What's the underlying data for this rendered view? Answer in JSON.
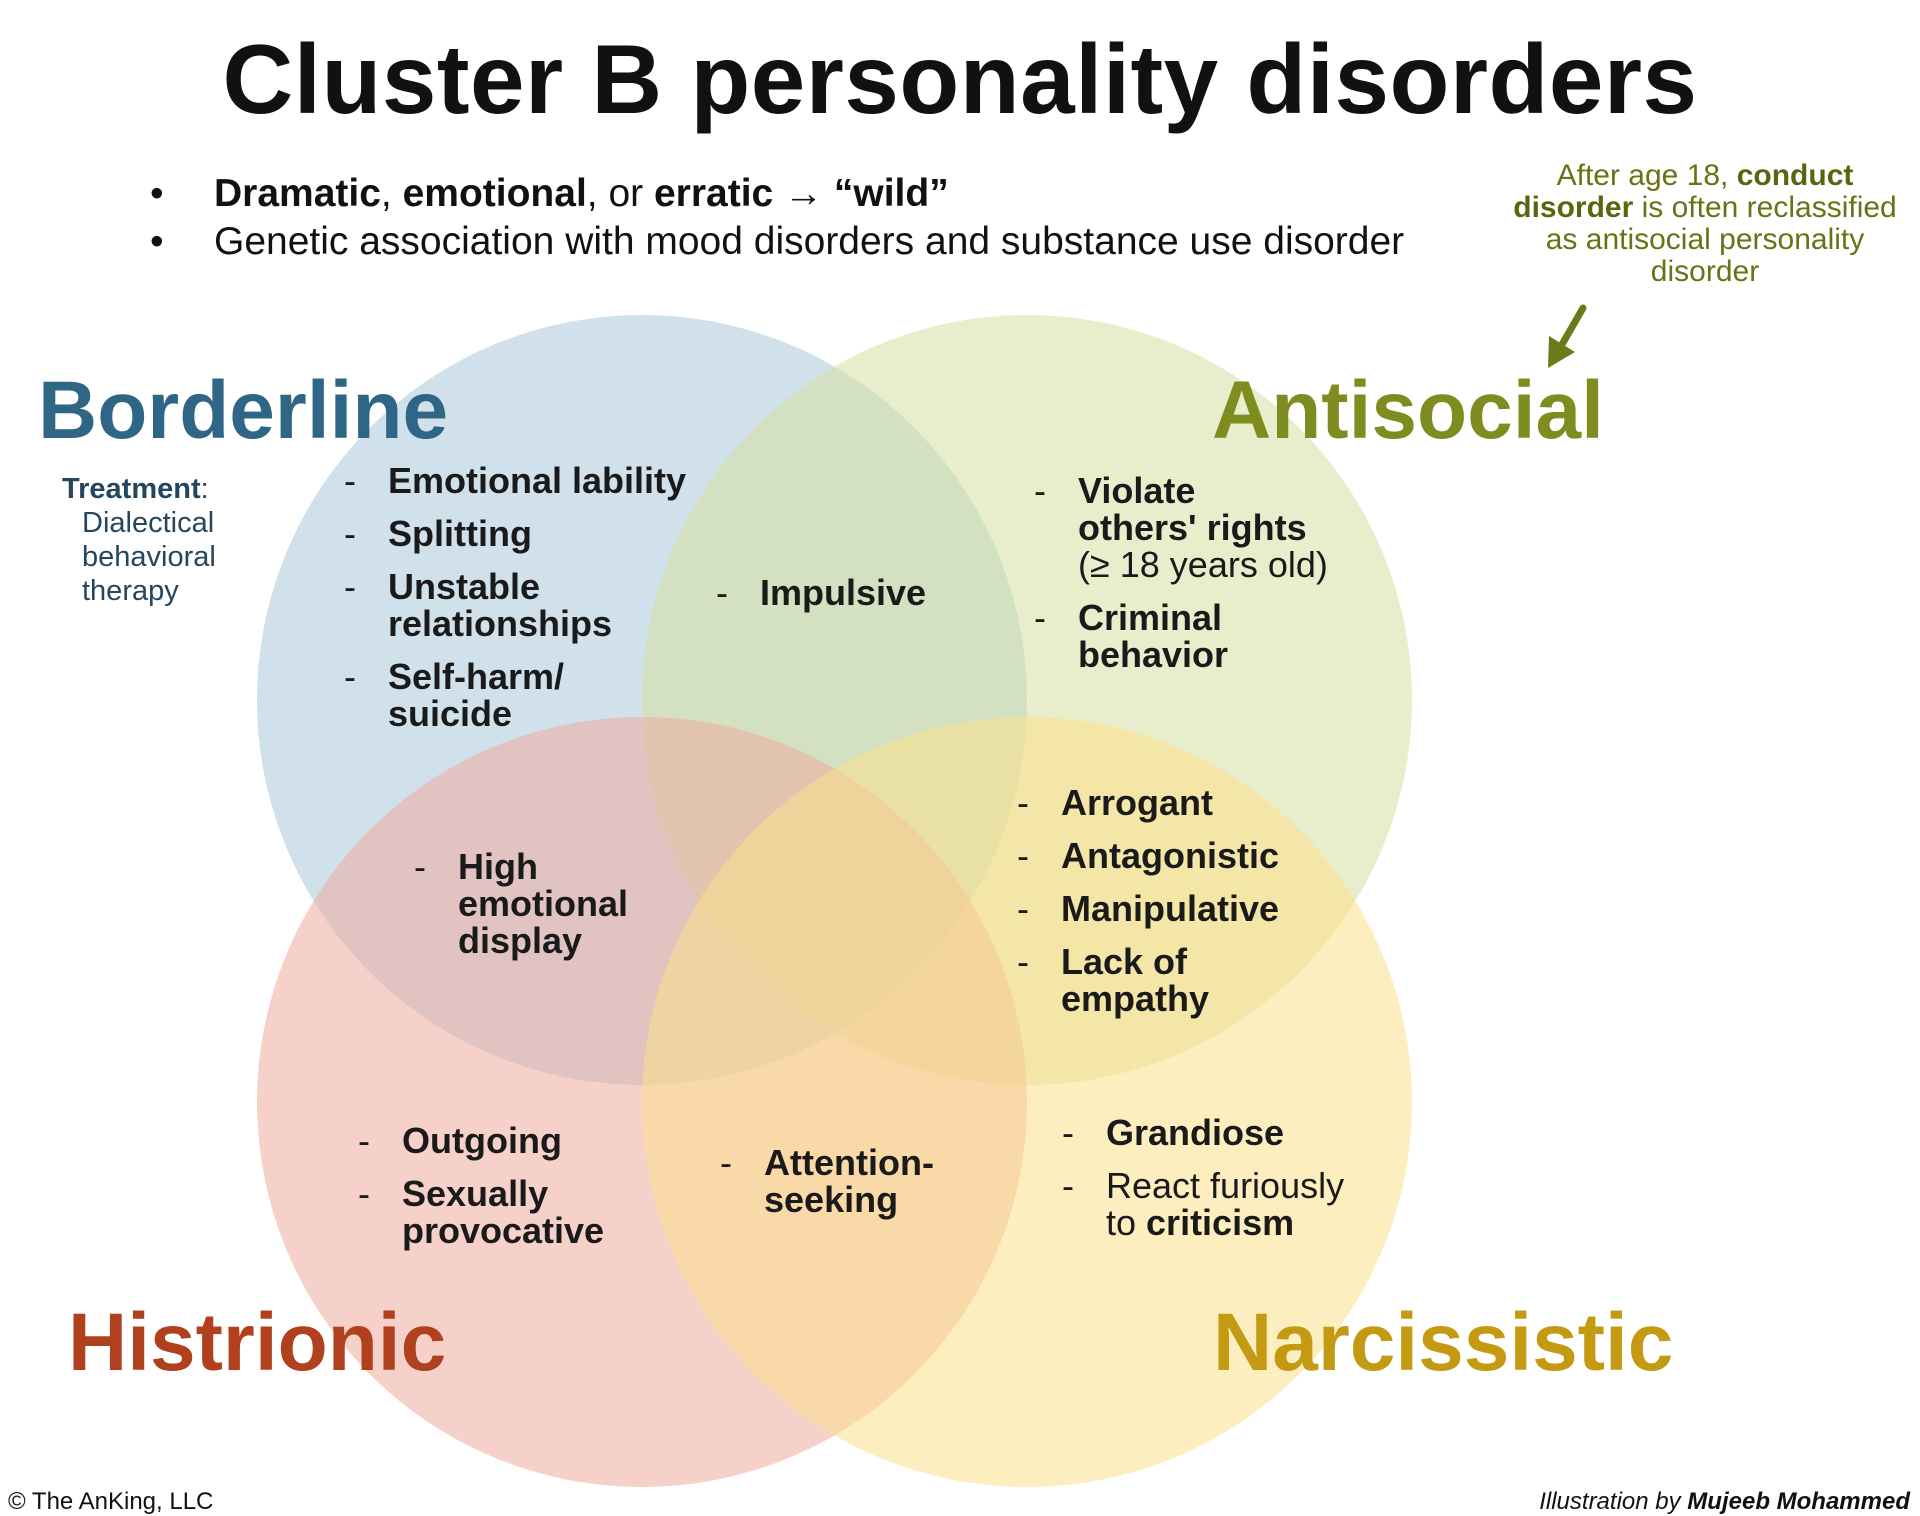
{
  "title": "Cluster B personality disorders",
  "bullets": {
    "b1": {
      "w1": "Dramatic",
      "s1": ", ",
      "w2": "emotional",
      "s2": ", or ",
      "w3": "erratic",
      "s3": " → ",
      "w4": "“wild”"
    },
    "b2": "Genetic association with mood disorders and substance use disorder"
  },
  "note": {
    "p1": "After age 18, ",
    "b1": "conduct disorder",
    "p2": " is often reclassified as antisocial personality disorder"
  },
  "categories": {
    "borderline": "Borderline",
    "antisocial": "Antisocial",
    "histrionic": "Histrionic",
    "narcissistic": "Narcissistic"
  },
  "treatment": {
    "label": "Treatment",
    "colon": ":",
    "lines": [
      "Dialectical",
      "behavioral",
      "therapy"
    ]
  },
  "regions": {
    "borderline": [
      "Emotional lability",
      "Splitting",
      "Unstable\nrelationships",
      "Self-harm/\nsuicide"
    ],
    "borderline_antisocial": [
      "Impulsive"
    ],
    "antisocial": {
      "item1_bold": "Violate\nothers' rights",
      "item1_normal": "(≥ 18 years old)",
      "item2": "Criminal\nbehavior"
    },
    "antisocial_narcissistic": [
      "Arrogant",
      "Antagonistic",
      "Manipulative",
      "Lack of\nempathy"
    ],
    "borderline_histrionic": [
      "High\nemotional\ndisplay"
    ],
    "histrionic": [
      "Outgoing",
      "Sexually\nprovocative"
    ],
    "histrionic_narcissistic": [
      "Attention-\nseeking"
    ],
    "narcissistic": {
      "item1": "Grandiose",
      "item2_normal": "React furiously\nto ",
      "item2_bold": "criticism"
    }
  },
  "dash": "-",
  "bullet_glyph": "•",
  "footer": {
    "copyright": "© The AnKing, LLC",
    "credit_prefix": "Illustration by ",
    "credit_name": "Mujeeb Mohammed"
  },
  "colors": {
    "borderline": "#2f6585",
    "antisocial": "#7f8c1f",
    "histrionic": "#b0401e",
    "narcissistic": "#c49a12",
    "circle_blue": "#a9c9dd",
    "circle_green": "#d6e0a0",
    "circle_red": "#efab9f",
    "circle_yellow": "#fbe08a"
  },
  "icons": [
    "arrow-down-left-icon"
  ]
}
